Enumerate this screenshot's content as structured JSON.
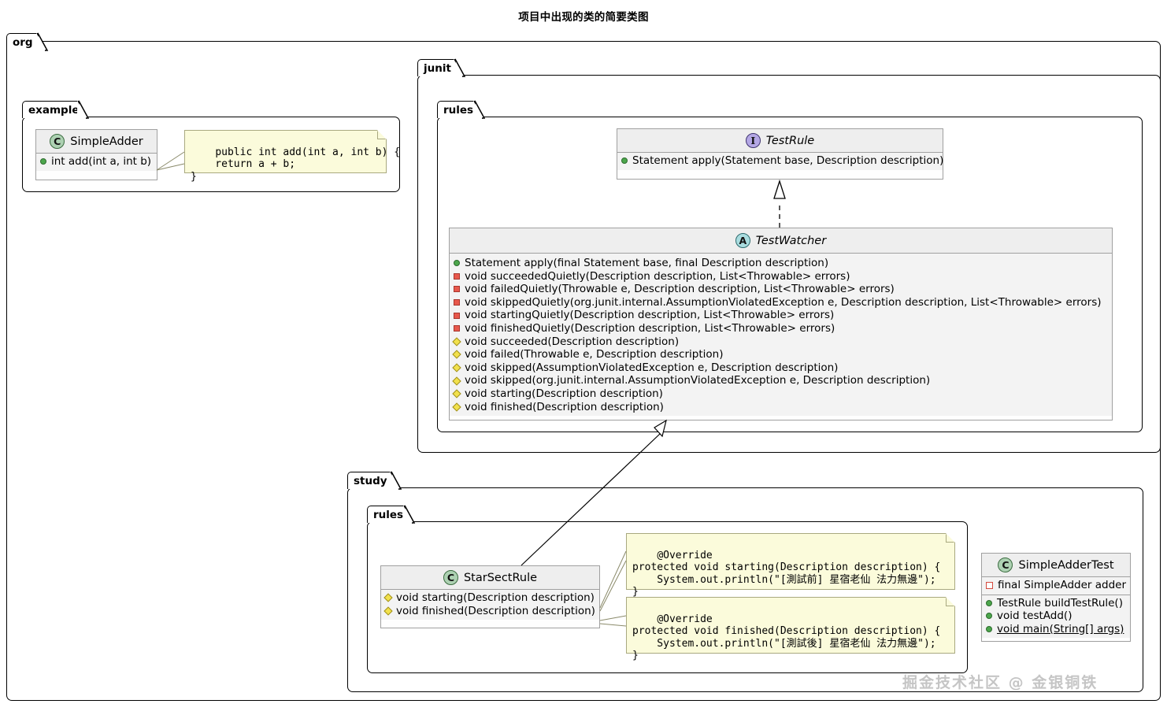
{
  "title": "项目中出现的类的简要类图",
  "watermark": "掘金技术社区 @ 金银铜铁",
  "packages": {
    "org": {
      "label": "org"
    },
    "example": {
      "label": "example"
    },
    "junit": {
      "label": "junit"
    },
    "junit_rules": {
      "label": "rules"
    },
    "study": {
      "label": "study"
    },
    "study_rules": {
      "label": "rules"
    }
  },
  "classes": {
    "simple_adder": {
      "name": "SimpleAdder",
      "stereotype": "C",
      "icon": "class-icon",
      "methods": [
        {
          "visibility": "public",
          "text": "int add(int a, int b)"
        }
      ]
    },
    "test_rule": {
      "name": "TestRule",
      "stereotype": "I",
      "icon": "interface-icon",
      "methods": [
        {
          "visibility": "public",
          "text": "Statement apply(Statement base, Description description)"
        }
      ]
    },
    "test_watcher": {
      "name": "TestWatcher",
      "stereotype": "A",
      "icon": "abstract-icon",
      "methods": [
        {
          "visibility": "public",
          "text": "Statement apply(final Statement base, final Description description)"
        },
        {
          "visibility": "private",
          "text": "void succeededQuietly(Description description, List<Throwable> errors)"
        },
        {
          "visibility": "private",
          "text": "void failedQuietly(Throwable e, Description description, List<Throwable> errors)"
        },
        {
          "visibility": "private",
          "text": "void skippedQuietly(org.junit.internal.AssumptionViolatedException e, Description description, List<Throwable> errors)"
        },
        {
          "visibility": "private",
          "text": "void startingQuietly(Description description, List<Throwable> errors)"
        },
        {
          "visibility": "private",
          "text": "void finishedQuietly(Description description, List<Throwable> errors)"
        },
        {
          "visibility": "protected",
          "text": "void succeeded(Description description)"
        },
        {
          "visibility": "protected",
          "text": "void failed(Throwable e, Description description)"
        },
        {
          "visibility": "protected",
          "text": "void skipped(AssumptionViolatedException e, Description description)"
        },
        {
          "visibility": "protected",
          "text": "void skipped(org.junit.internal.AssumptionViolatedException e, Description description)"
        },
        {
          "visibility": "protected",
          "text": "void starting(Description description)"
        },
        {
          "visibility": "protected",
          "text": "void finished(Description description)"
        }
      ]
    },
    "star_sect_rule": {
      "name": "StarSectRule",
      "stereotype": "C",
      "icon": "class-icon",
      "methods": [
        {
          "visibility": "protected",
          "text": "void starting(Description description)"
        },
        {
          "visibility": "protected",
          "text": "void finished(Description description)"
        }
      ]
    },
    "simple_adder_test": {
      "name": "SimpleAdderTest",
      "stereotype": "C",
      "icon": "class-icon",
      "fields": [
        {
          "visibility": "private-field",
          "text": "final SimpleAdder adder"
        }
      ],
      "methods": [
        {
          "visibility": "public",
          "text": "TestRule buildTestRule()",
          "static": false
        },
        {
          "visibility": "public",
          "text": "void testAdd()",
          "static": false
        },
        {
          "visibility": "public",
          "text": "void main(String[] args)",
          "static": true
        }
      ]
    }
  },
  "notes": {
    "adder_note": "public int add(int a, int b) {\n    return a + b;\n}",
    "starting_note": "@Override\nprotected void starting(Description description) {\n    System.out.println(\"[測試前] 星宿老仙 法力無邊\");\n}",
    "finished_note": "@Override\nprotected void finished(Description description) {\n    System.out.println(\"[測試後] 星宿老仙 法力無邊\");\n}"
  },
  "relations": [
    {
      "from": "TestWatcher",
      "to": "TestRule",
      "type": "realization"
    },
    {
      "from": "StarSectRule",
      "to": "TestWatcher",
      "type": "generalization"
    }
  ],
  "colors": {
    "class_icon": "#ADD1B2",
    "interface_icon": "#B4A7E5",
    "abstract_icon": "#A9DCDF",
    "public_marker": "#4CA64C",
    "private_marker": "#E8584C",
    "protected_marker": "#F2E14C",
    "note_bg": "#FBFBDB",
    "header_bg": "#EEEEEE",
    "body_bg": "#F3F3F3"
  }
}
